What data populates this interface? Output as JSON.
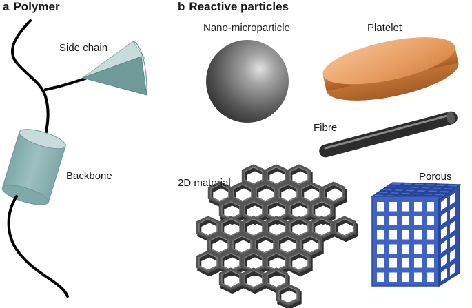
{
  "panel_a": {
    "letter": "a",
    "title": "Polymer",
    "side_chain": "Side chain",
    "backbone": "Backbone"
  },
  "panel_b": {
    "letter": "b",
    "title": "Reactive particles",
    "particle": "Nano-microparticle",
    "platelet": "Platelet",
    "fibre": "Fibre",
    "material_2d": "2D material",
    "porous": "Porous"
  },
  "colors": {
    "polymer_line": "#000000",
    "cylinder": "#8fb5b5",
    "cone_light": "#c9dcdc",
    "cone_dark": "#6f9a9a",
    "sphere": "#6e6e6e",
    "platelet": "#d98a4c",
    "fibre": "#3a3a3a",
    "honeycomb": "#555555",
    "porous_cube": "#3f63c4"
  }
}
